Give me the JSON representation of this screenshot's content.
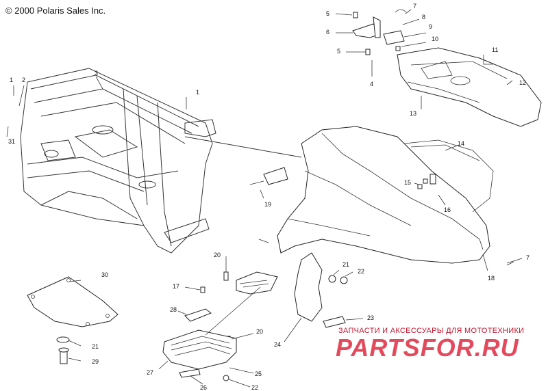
{
  "copyright": "© 2000 Polaris Sales Inc.",
  "watermark": {
    "subtitle": "ЗАПЧАСТИ И АКСЕССУАРЫ ДЛЯ МОТОТЕХНИКИ",
    "brand": "PARTSFOR.RU"
  },
  "callouts": [
    {
      "id": "c5a",
      "label": "5"
    },
    {
      "id": "c7a",
      "label": "7"
    },
    {
      "id": "c8",
      "label": "8"
    },
    {
      "id": "c6",
      "label": "6"
    },
    {
      "id": "c9",
      "label": "9"
    },
    {
      "id": "c10",
      "label": "10"
    },
    {
      "id": "c5b",
      "label": "5"
    },
    {
      "id": "c11",
      "label": "11"
    },
    {
      "id": "c4",
      "label": "4"
    },
    {
      "id": "c12",
      "label": "12"
    },
    {
      "id": "c13",
      "label": "13"
    },
    {
      "id": "c3",
      "label": "3"
    },
    {
      "id": "c1a",
      "label": "1"
    },
    {
      "id": "c2",
      "label": "2"
    },
    {
      "id": "c1b",
      "label": "1"
    },
    {
      "id": "c31",
      "label": "31"
    },
    {
      "id": "c14",
      "label": "14"
    },
    {
      "id": "c15",
      "label": "15"
    },
    {
      "id": "c19",
      "label": "19"
    },
    {
      "id": "c16",
      "label": "16"
    },
    {
      "id": "c20a",
      "label": "20"
    },
    {
      "id": "c7b",
      "label": "7"
    },
    {
      "id": "c21a",
      "label": "21"
    },
    {
      "id": "c22a",
      "label": "22"
    },
    {
      "id": "c18",
      "label": "18"
    },
    {
      "id": "c30",
      "label": "30"
    },
    {
      "id": "c17",
      "label": "17"
    },
    {
      "id": "c28",
      "label": "28"
    },
    {
      "id": "c23",
      "label": "23"
    },
    {
      "id": "c20b",
      "label": "20"
    },
    {
      "id": "c21b",
      "label": "21"
    },
    {
      "id": "c24",
      "label": "24"
    },
    {
      "id": "c29",
      "label": "29"
    },
    {
      "id": "c27",
      "label": "27"
    },
    {
      "id": "c25",
      "label": "25"
    },
    {
      "id": "c26",
      "label": "26"
    },
    {
      "id": "c22b",
      "label": "22"
    }
  ]
}
